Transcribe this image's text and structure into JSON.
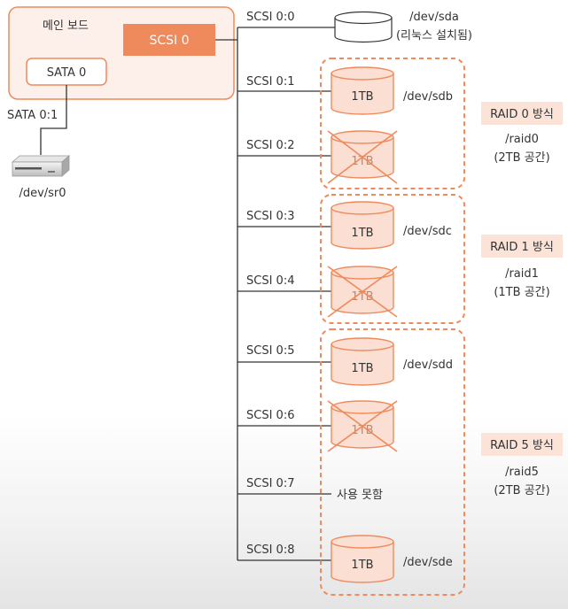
{
  "board": {
    "title": "메인 보드",
    "scsi_label": "SCSI 0",
    "sata_label": "SATA 0"
  },
  "sata_port": "SATA 0:1",
  "cdrom_device": "/dev/sr0",
  "scsi_ports": [
    "SCSI 0:0",
    "SCSI 0:1",
    "SCSI 0:2",
    "SCSI 0:3",
    "SCSI 0:4",
    "SCSI 0:5",
    "SCSI 0:6",
    "SCSI 0:7",
    "SCSI 0:8"
  ],
  "disks": {
    "linux": {
      "device": "/dev/sda",
      "note": "(리눅스 설치됨)"
    },
    "sdb": {
      "size": "1TB",
      "device": "/dev/sdb"
    },
    "sdb_pair": {
      "size": "1TB"
    },
    "sdc": {
      "size": "1TB",
      "device": "/dev/sdc"
    },
    "sdc_pair": {
      "size": "1TB"
    },
    "sdd": {
      "size": "1TB",
      "device": "/dev/sdd"
    },
    "sdd_pair": {
      "size": "1TB"
    },
    "sde": {
      "size": "1TB",
      "device": "/dev/sde"
    }
  },
  "unusable": "사용 못함",
  "raids": [
    {
      "method": "RAID 0 방식",
      "device": "/raid0",
      "capacity": "(2TB 공간)"
    },
    {
      "method": "RAID 1 방식",
      "device": "/raid1",
      "capacity": "(1TB 공간)"
    },
    {
      "method": "RAID 5 방식",
      "device": "/raid5",
      "capacity": "(2TB 공간)"
    }
  ],
  "colors": {
    "accent": "#ef8a5c",
    "board_fill": "#fdf0ea",
    "disk_fill": "#fbdfd2",
    "raid_label_fill": "#fbe3d7",
    "line": "#333333"
  }
}
